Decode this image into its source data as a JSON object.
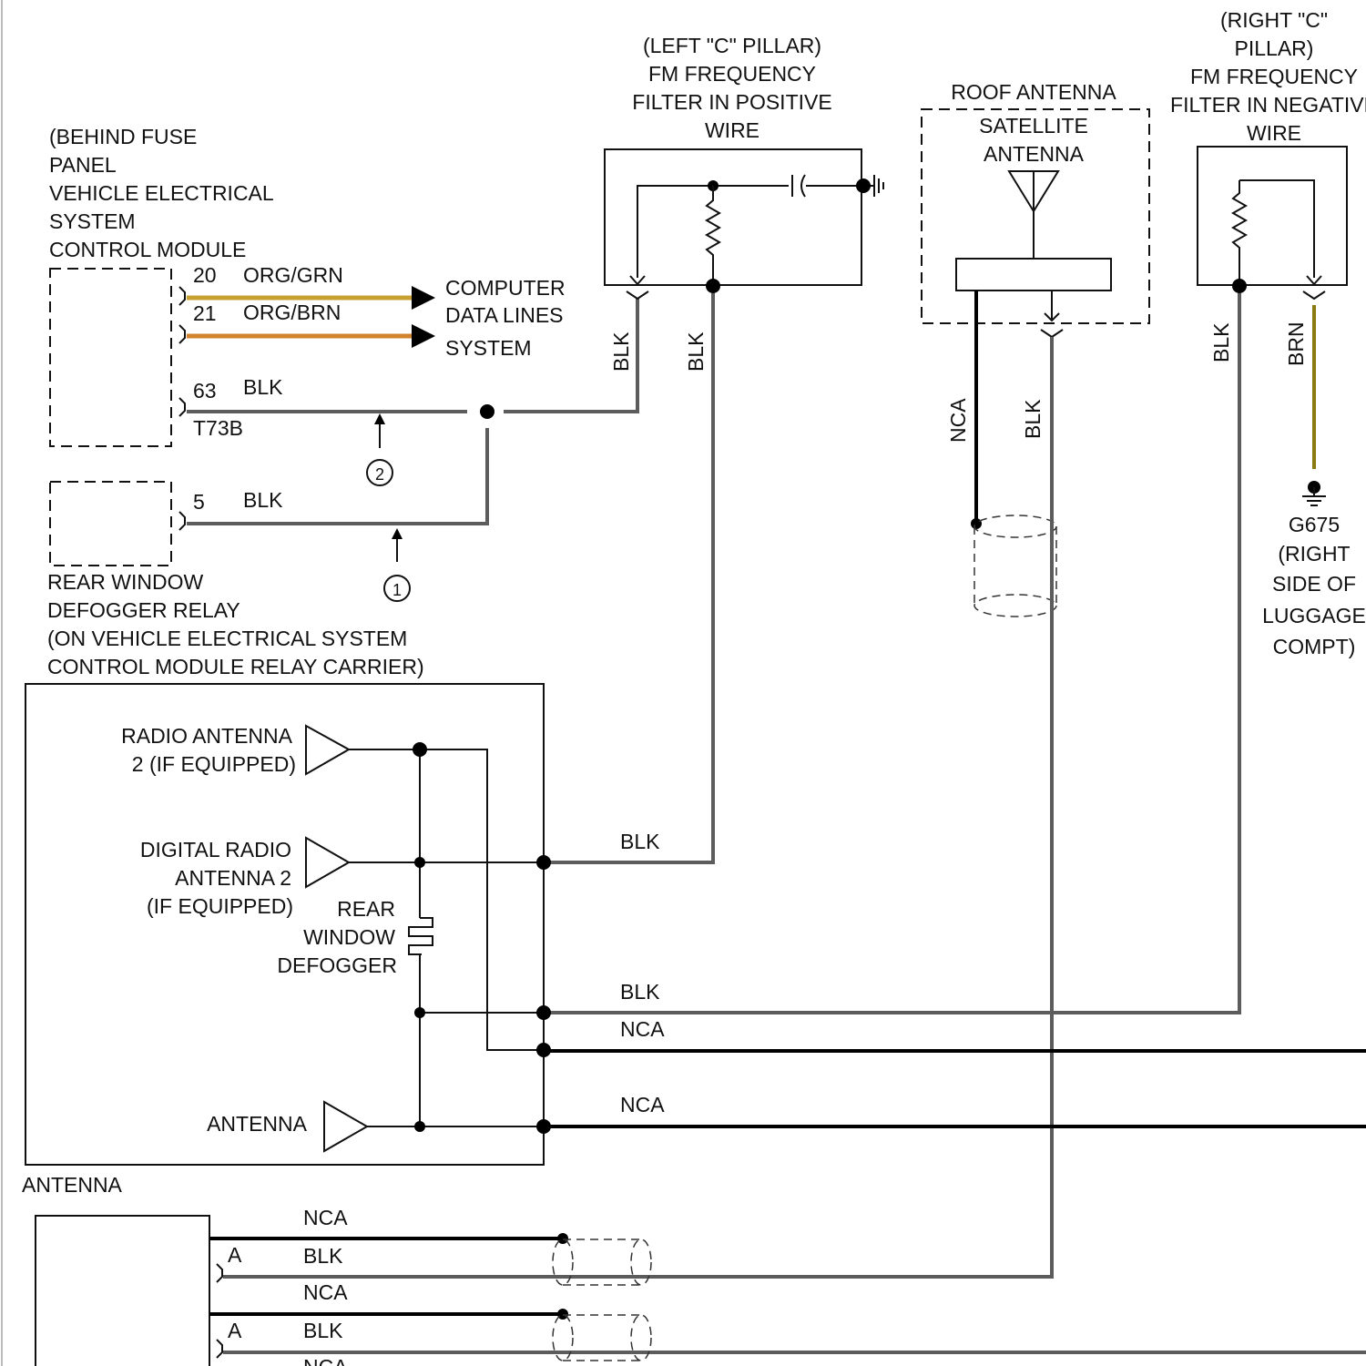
{
  "labels": {
    "behind_fuse_1": "(BEHIND FUSE",
    "behind_fuse_2": "PANEL",
    "behind_fuse_3": "VEHICLE ELECTRICAL",
    "behind_fuse_4": "SYSTEM",
    "behind_fuse_5": "CONTROL MODULE",
    "pin20": "20",
    "color20": "ORG/GRN",
    "pin21": "21",
    "color21": "ORG/BRN",
    "pin63": "63",
    "color63": "BLK",
    "connector_t73b": "T73B",
    "pin5": "5",
    "color5": "BLK",
    "computer_1": "COMPUTER",
    "computer_2": "DATA LINES",
    "computer_3": "SYSTEM",
    "ref1": "1",
    "ref2": "2",
    "relay_1": "REAR WINDOW",
    "relay_2": "DEFOGGER RELAY",
    "relay_3": "(ON VEHICLE ELECTRICAL SYSTEM",
    "relay_4": "CONTROL MODULE RELAY CARRIER)",
    "left_filter_1": "(LEFT \"C\" PILLAR)",
    "left_filter_2": "FM FREQUENCY",
    "left_filter_3": "FILTER IN POSITIVE",
    "left_filter_4": "WIRE",
    "left_blk_a": "BLK",
    "left_blk_b": "BLK",
    "roof_1": "ROOF ANTENNA",
    "roof_2": "SATELLITE",
    "roof_3": "ANTENNA",
    "roof_nca": "NCA",
    "roof_blk": "BLK",
    "right_filter_1": "(RIGHT \"C\"",
    "right_filter_2": "PILLAR)",
    "right_filter_3": "FM FREQUENCY",
    "right_filter_4": "FILTER IN NEGATIVE",
    "right_filter_5": "WIRE",
    "right_blk": "BLK",
    "right_brn": "BRN",
    "ground_1": "G675",
    "ground_2": "(RIGHT",
    "ground_3": "SIDE OF",
    "ground_4": "LUGGAGE",
    "ground_5": "COMPT)",
    "radio_ant_1": "RADIO ANTENNA",
    "radio_ant_2": "2 (IF EQUIPPED)",
    "digital_1": "DIGITAL RADIO",
    "digital_2": "ANTENNA 2",
    "digital_3": "(IF EQUIPPED)",
    "defog_1": "REAR",
    "defog_2": "WINDOW",
    "defog_3": "DEFOGGER",
    "antenna_inner": "ANTENNA",
    "antenna_box": "ANTENNA",
    "mid_blk1": "BLK",
    "mid_blk2": "BLK",
    "mid_nca1": "NCA",
    "mid_nca2": "NCA",
    "bot_nca1": "NCA",
    "bot_a1": "A",
    "bot_blk1": "BLK",
    "bot_nca2": "NCA",
    "bot_a2": "A",
    "bot_blk2": "BLK",
    "bot_nca3": "NCA"
  },
  "colors": {
    "wire_gray": "#5c5c5c",
    "wire_black": "#000000",
    "org_grn": "#c8a032",
    "org_brn": "#d2822d",
    "brn": "#8a7a12"
  }
}
